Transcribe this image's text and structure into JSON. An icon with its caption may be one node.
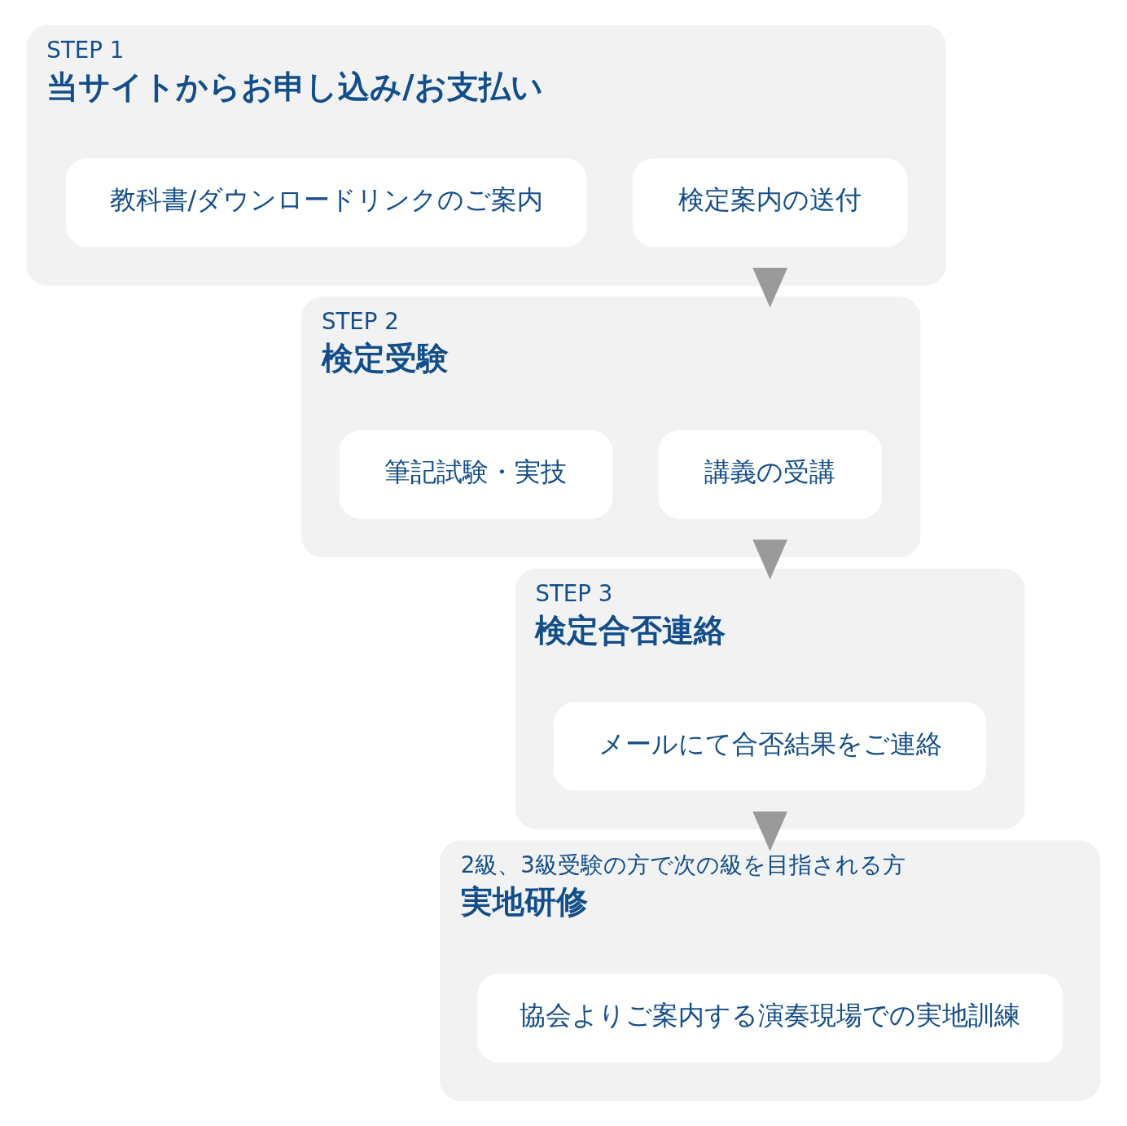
{
  "diagram": {
    "nodes": [
      {
        "text": [
          "STEP 1",
          "当サイトからお申し込み/お支払い"
        ]
      },
      {
        "text": [
          "検定案内の送付"
        ],
        "in": 0
      },
      {
        "text": [
          "教科書/ダウンロードリンクのご案内"
        ],
        "in": 0
      },
      {
        "text": [
          "STEP 2",
          "検定受験"
        ]
      },
      {
        "text": [
          "講義の受講"
        ],
        "in": 3
      },
      {
        "text": [
          "筆記試験・実技"
        ],
        "in": 3
      },
      {
        "text": [
          "STEP 3",
          "検定合否連絡"
        ]
      },
      {
        "text": [
          "メールにて合否結果をご連絡"
        ],
        "in": 6
      },
      {
        "text": [
          "2級、3級受験の方で次の級を目指される方",
          "実地研修"
        ]
      },
      {
        "text": [
          "協会よりご案内する演奏現場での実地訓練"
        ],
        "in": 8
      }
    ],
    "edges": [
      {
        "from": 0,
        "to": 3,
        "arrow": "to"
      },
      {
        "from": 3,
        "to": 6,
        "arrow": "to"
      },
      {
        "from": 6,
        "to": 8,
        "arrow": "to"
      }
    ]
  }
}
